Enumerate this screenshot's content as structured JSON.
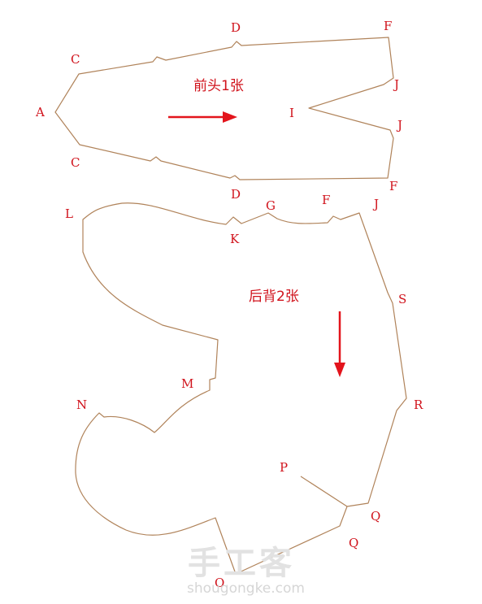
{
  "pieces": {
    "front": {
      "title": "前头1张"
    },
    "back": {
      "title": "后背2张"
    }
  },
  "points": {
    "A": "A",
    "C1": "C",
    "C2": "C",
    "D1": "D",
    "D2": "D",
    "F1": "F",
    "F2": "F",
    "J1": "J",
    "J2": "J",
    "I": "I",
    "L": "L",
    "K": "K",
    "G": "G",
    "F3": "F",
    "J3": "J",
    "S": "S",
    "R": "R",
    "M": "M",
    "N": "N",
    "P": "P",
    "Q1": "Q",
    "Q2": "Q",
    "O": "O"
  },
  "watermark": {
    "cn": "手工客",
    "en": "shougongke.com"
  },
  "colors": {
    "outline": "#b0835a",
    "label": "#d0121b",
    "arrow": "#e3141c"
  }
}
